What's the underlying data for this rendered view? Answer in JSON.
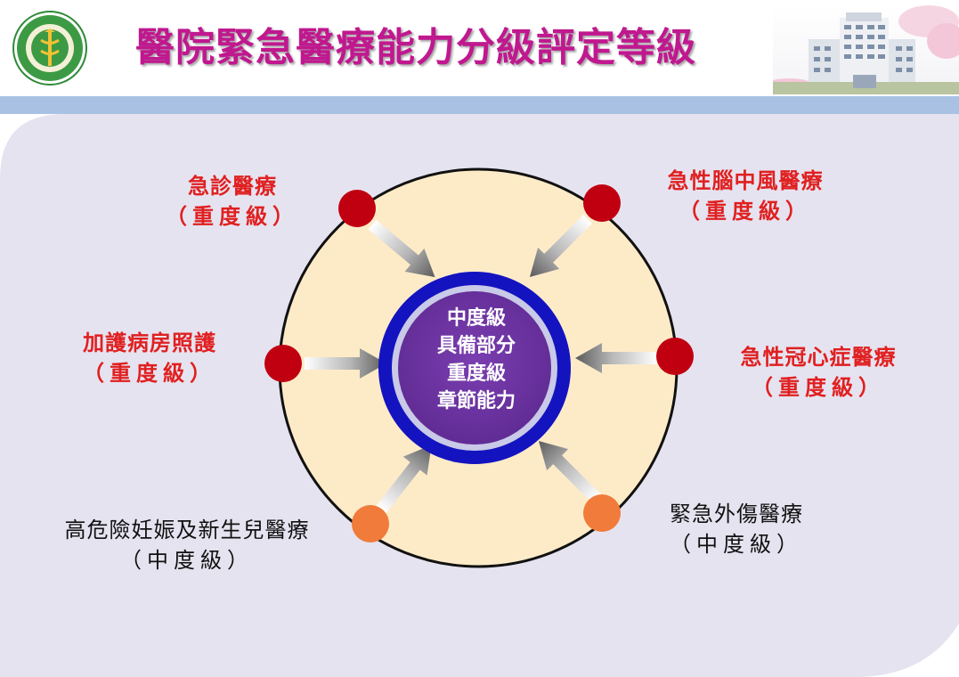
{
  "title": "醫院緊急醫療能力分級評定等級",
  "logo": {
    "icon": "hospital-emblem-icon",
    "color": "#2f8a3a"
  },
  "colors": {
    "title": "#c0188f",
    "band": "#a9c2e4",
    "panel": "#e6e3f0",
    "outer_ring_fill": "#fdebc8",
    "center_fill": "#6e35a0",
    "center_ring": "#1313c0",
    "heavy_node": "#c00010",
    "medium_node": "#f07b3a",
    "heavy_label": "#e02020",
    "medium_label": "#111111"
  },
  "center": {
    "lines": [
      "中度級",
      "具備部分",
      "重度級",
      "章節能力"
    ]
  },
  "nodes": [
    {
      "name": "急診醫療",
      "level": "（重度級）",
      "grade": "heavy"
    },
    {
      "name": "急性腦中風醫療",
      "level": "（重度級）",
      "grade": "heavy"
    },
    {
      "name": "加護病房照護",
      "level": "（重度級）",
      "grade": "heavy"
    },
    {
      "name": "急性冠心症醫療",
      "level": "（重度級）",
      "grade": "heavy"
    },
    {
      "name": "高危險妊娠及新生兒醫療",
      "level": "（中度級）",
      "grade": "medium"
    },
    {
      "name": "緊急外傷醫療",
      "level": "（中度級）",
      "grade": "medium"
    }
  ]
}
